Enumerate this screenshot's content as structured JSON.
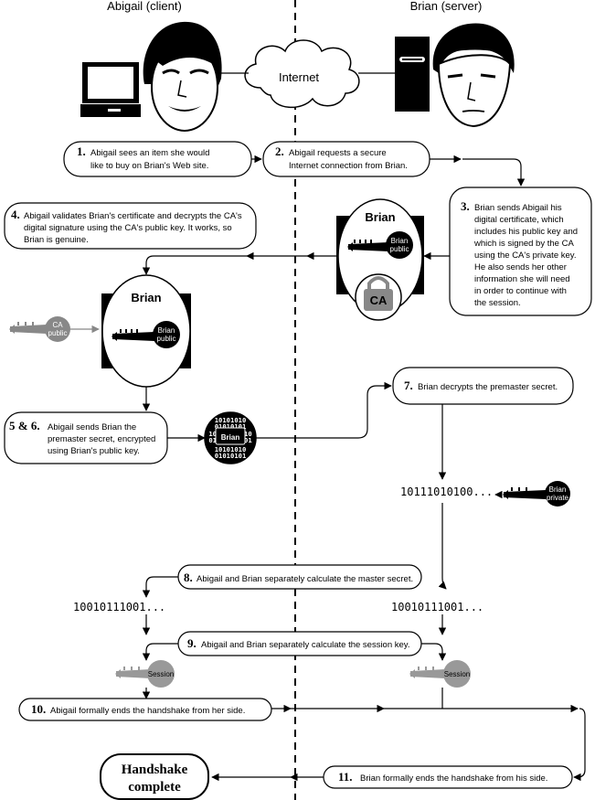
{
  "headers": {
    "client": "Abigail (client)",
    "server": "Brian (server)",
    "internet": "Internet"
  },
  "steps": [
    {
      "num": "1.",
      "lines": [
        "Abigail sees an item she would",
        "like to buy on Brian's Web site."
      ]
    },
    {
      "num": "2.",
      "lines": [
        "Abigail requests a secure",
        "Internet connection from Brian."
      ]
    },
    {
      "num": "3.",
      "lines": [
        "Brian sends Abigail his",
        "digital certificate, which",
        "includes his public key and",
        "which is signed by the CA",
        "using the CA's private key.",
        "He also sends her other",
        "information she will need",
        "in order to continue with",
        "the session."
      ]
    },
    {
      "num": "4.",
      "lines": [
        "Abigail validates Brian's certificate and decrypts the CA's",
        "digital signature using the CA's public key. It works, so",
        "Brian is genuine."
      ]
    },
    {
      "num": "5 & 6.",
      "lines": [
        "Abigail sends Brian the",
        "premaster secret, encrypted",
        "using Brian's public key."
      ]
    },
    {
      "num": "7.",
      "lines": [
        "Brian decrypts the premaster secret."
      ]
    },
    {
      "num": "8.",
      "lines": [
        "Abigail and Brian separately calculate the master secret."
      ]
    },
    {
      "num": "9.",
      "lines": [
        "Abigail and Brian separately calculate the session key."
      ]
    },
    {
      "num": "10.",
      "lines": [
        "Abigail formally ends the handshake from her side."
      ]
    },
    {
      "num": "11.",
      "lines": [
        "Brian formally ends the handshake from his side."
      ]
    }
  ],
  "certificate": {
    "owner": "Brian",
    "key_line1": "Brian",
    "key_line2": "public",
    "seal": "CA"
  },
  "keys": {
    "ca_public": [
      "CA",
      "public"
    ],
    "brian_private": [
      "Brian",
      "private"
    ],
    "session": "Session"
  },
  "encrypted": {
    "label": "Brian",
    "bits": [
      "10101010",
      "01010101",
      "1010",
      "0101",
      "1010",
      "0101",
      "10101010",
      "01010101"
    ]
  },
  "premaster_bits": "10111010100...",
  "master_bits_left": "10010111001...",
  "master_bits_right": "10010111001...",
  "final": [
    "Handshake",
    "complete"
  ]
}
